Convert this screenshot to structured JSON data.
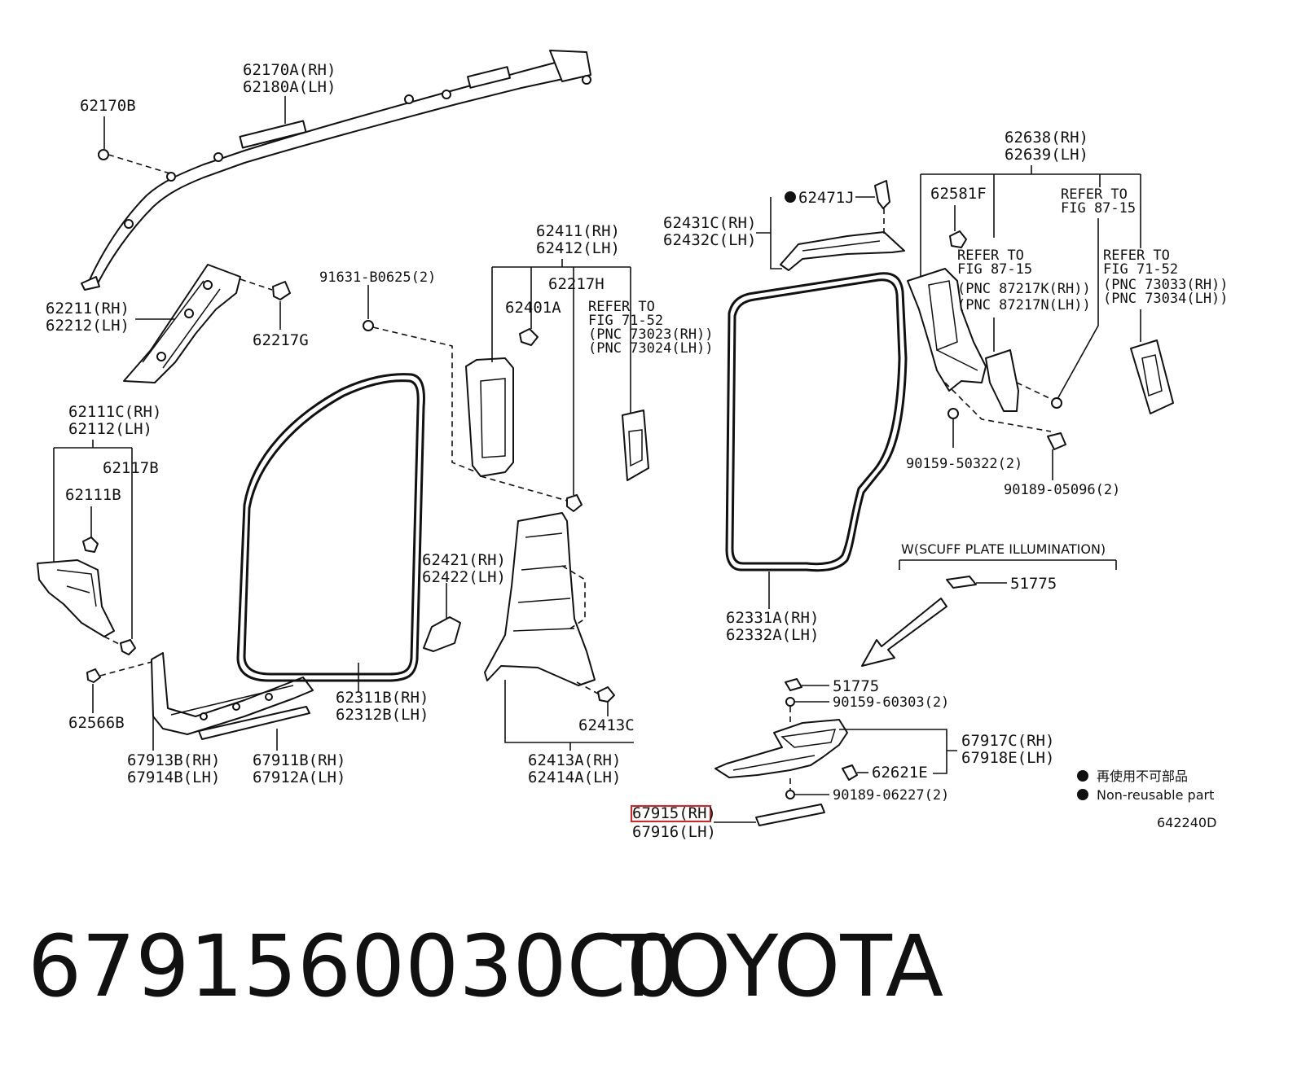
{
  "callouts": {
    "c62170A": "62170A(RH)",
    "c62180A": "62180A(LH)",
    "c62170B": "62170B",
    "c62211": "62211(RH)",
    "c62212": "62212(LH)",
    "c62217G": "62217G",
    "c62111C": "62111C(RH)",
    "c62112": "62112(LH)",
    "c62117B": "62117B",
    "c62111B": "62111B",
    "c62566B": "62566B",
    "c67913B": "67913B(RH)",
    "c67914B": "67914B(LH)",
    "c67911B": "67911B(RH)",
    "c67912A": "67912A(LH)",
    "c62311B": "62311B(RH)",
    "c62312B": "62312B(LH)",
    "c91631": "91631-B0625(2)",
    "c62411": "62411(RH)",
    "c62412": "62412(LH)",
    "c62217H": "62217H",
    "c62401A": "62401A",
    "c62421": "62421(RH)",
    "c62422": "62422(LH)",
    "c62413C": "62413C",
    "c62413A": "62413A(RH)",
    "c62414A": "62414A(LH)",
    "c62431C": "62431C(RH)",
    "c62432C": "62432C(LH)",
    "c62471J": "62471J",
    "c62638": "62638(RH)",
    "c62639": "62639(LH)",
    "c62581F": "62581F",
    "c90159_50322": "90159-50322(2)",
    "c90189_05096": "90189-05096(2)",
    "c62331A": "62331A(RH)",
    "c62332A": "62332A(LH)",
    "c51775a": "51775",
    "c51775b": "51775",
    "c90159_60303": "90159-60303(2)",
    "c67917C": "67917C(RH)",
    "c67918E": "67918E(LH)",
    "c62621E": "62621E",
    "c90189_06227": "90189-06227(2)",
    "c67915": "67915(RH)",
    "c67916": "67916(LH)"
  },
  "refs": {
    "fig7152a": [
      "REFER TO",
      "FIG 71-52",
      "(PNC 73023(RH))",
      "(PNC 73024(LH))"
    ],
    "fig8715a": [
      "REFER TO",
      "FIG 87-15",
      "(PNC 87217K(RH))",
      "(PNC 87217N(LH))"
    ],
    "fig8715b": [
      "REFER TO",
      "FIG 87-15"
    ],
    "fig7152b": [
      "REFER TO",
      "FIG 71-52",
      "(PNC 73033(RH))",
      "(PNC 73034(LH))"
    ]
  },
  "scuff_group_label": "W(SCUFF PLATE ILLUMINATION)",
  "legend": {
    "jp": "再使用不可部品",
    "en": "Non-reusable part"
  },
  "diagram_id": "642240D",
  "highlight_color": "#e02020",
  "footer": {
    "part_number": "6791560030C0",
    "brand": "TOYOTA"
  }
}
